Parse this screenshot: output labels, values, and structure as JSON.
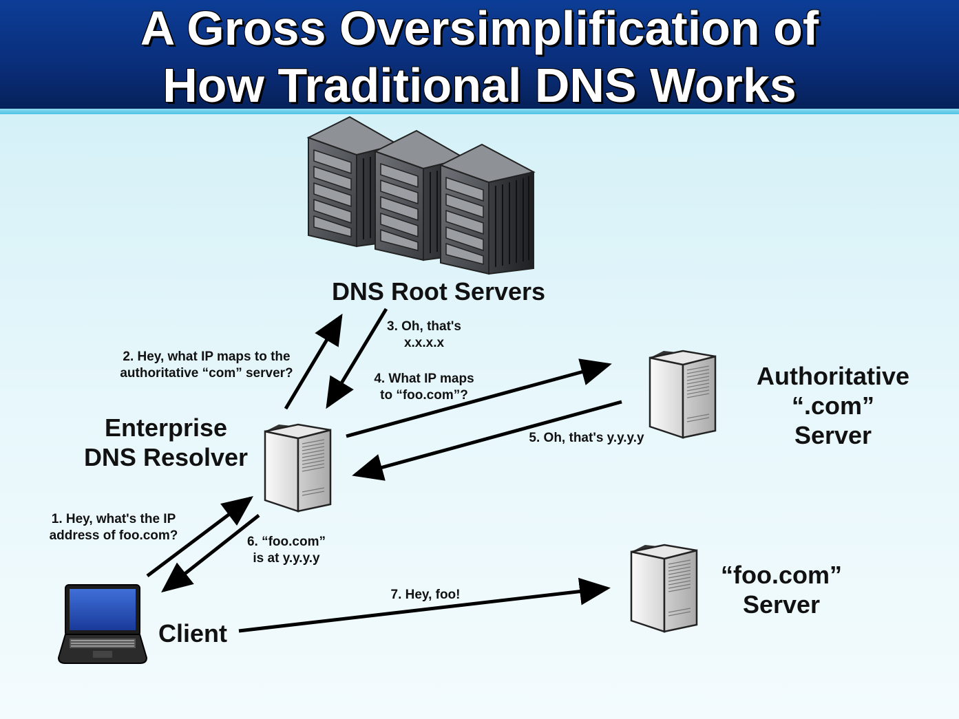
{
  "title": {
    "line1": "A Gross Oversimplification of",
    "line2": "How Traditional DNS Works"
  },
  "nodes": {
    "root": {
      "label": "DNS Root Servers"
    },
    "resolver": {
      "line1": "Enterprise",
      "line2": "DNS Resolver"
    },
    "authoritative": {
      "line1": "Authoritative",
      "line2": "“.com”",
      "line3": "Server"
    },
    "foo": {
      "line1": "“foo.com”",
      "line2": "Server"
    },
    "client": {
      "label": "Client"
    }
  },
  "steps": {
    "s1": {
      "line1": "1. Hey, what's the IP",
      "line2": "address of foo.com?"
    },
    "s2": {
      "line1": "2. Hey, what IP maps to the",
      "line2": "authoritative “com” server?"
    },
    "s3": {
      "line1": "3. Oh, that's",
      "line2": "x.x.x.x"
    },
    "s4": {
      "line1": "4. What IP maps",
      "line2": "to “foo.com”?"
    },
    "s5": {
      "line1": "5. Oh, that's y.y.y.y"
    },
    "s6": {
      "line1": "6. “foo.com”",
      "line2": "is at y.y.y.y"
    },
    "s7": {
      "line1": "7. Hey, foo!"
    }
  }
}
